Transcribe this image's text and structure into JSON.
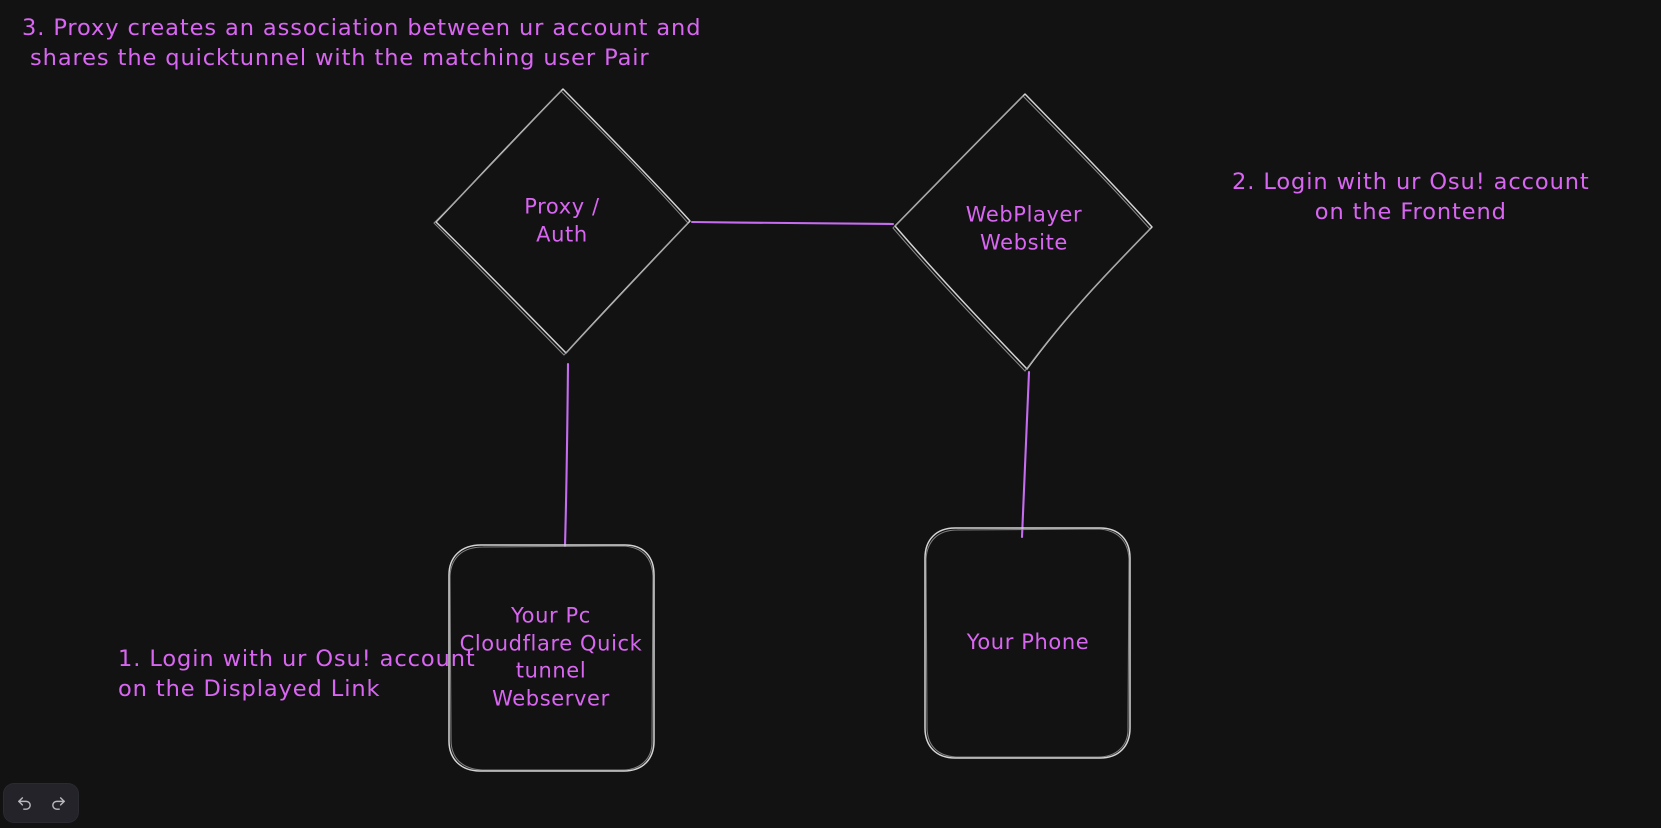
{
  "canvas": {
    "background_color": "#121212",
    "shape_stroke_color": "#c9c9c9",
    "connector_color": "#c56cf0",
    "text_color": "#d966f2"
  },
  "nodes": [
    {
      "id": "proxy-auth",
      "shape": "diamond",
      "label": "Proxy /\nAuth"
    },
    {
      "id": "webplayer",
      "shape": "diamond",
      "label": "WebPlayer\nWebsite"
    },
    {
      "id": "your-pc",
      "shape": "rounded-rectangle",
      "label": "Your Pc\nCloudflare Quick\ntunnel\nWebserver"
    },
    {
      "id": "your-phone",
      "shape": "rounded-rectangle",
      "label": "Your Phone"
    }
  ],
  "annotations": [
    {
      "id": "step-1",
      "text": "1. Login with ur Osu! account\non the Displayed Link"
    },
    {
      "id": "step-2",
      "text": "2. Login with ur Osu! account\non the Frontend"
    },
    {
      "id": "step-3",
      "text": "3. Proxy creates an association between ur account and\n shares the quicktunnel with the matching user Pair"
    }
  ],
  "toolbar": {
    "undo_label": "Undo",
    "redo_label": "Redo"
  }
}
